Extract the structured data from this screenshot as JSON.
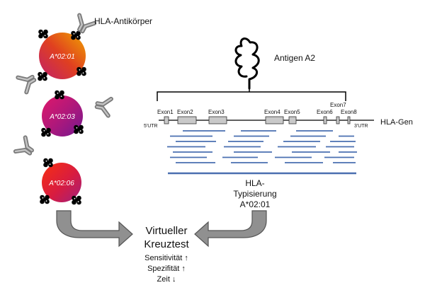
{
  "antibody_label": "HLA-Antikörper",
  "antigen_label": "Antigen A2",
  "gene_label": "HLA-Gen",
  "utr5": "5'UTR",
  "utr3": "3'UTR",
  "exons": [
    "Exon1",
    "Exon2",
    "Exon3",
    "Exon4",
    "Exon5",
    "Exon6",
    "Exon7",
    "Exon8"
  ],
  "beads": [
    "A*02:01",
    "A*02:03",
    "A*02:06"
  ],
  "typing_line1": "HLA-",
  "typing_line2": "Typisierung",
  "typing_line3": "A*02:01",
  "crossmatch_line1": "Virtueller",
  "crossmatch_line2": "Kreuztest",
  "metrics": [
    {
      "label": "Sensitivität",
      "arrow": "↑"
    },
    {
      "label": "Spezifität",
      "arrow": "↑"
    },
    {
      "label": "Zeit",
      "arrow": "↓"
    }
  ],
  "colors": {
    "bead1": [
      "#f0a400",
      "#e04020",
      "#c0206a"
    ],
    "bead2": [
      "#d8186a",
      "#a8187a",
      "#7a1890"
    ],
    "bead3": [
      "#f02810",
      "#d81c40",
      "#b0207a"
    ],
    "reads": "#4a6fb0",
    "arrow_fill": "#909090",
    "exon_fill": "#c9c9c9"
  }
}
